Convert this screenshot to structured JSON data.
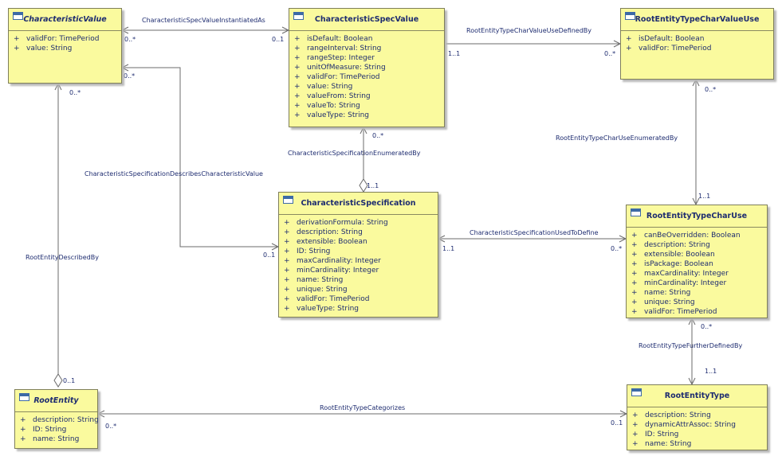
{
  "classes": {
    "characteristic_value": {
      "name": "CharacteristicValue",
      "attributes": [
        "validFor: TimePeriod",
        "value: String"
      ]
    },
    "characteristic_spec_value": {
      "name": "CharacteristicSpecValue",
      "attributes": [
        "isDefault: Boolean",
        "rangeInterval: String",
        "rangeStep: Integer",
        "unitOfMeasure: String",
        "validFor: TimePeriod",
        "value: String",
        "valueFrom: String",
        "valueTo: String",
        "valueType: String"
      ]
    },
    "root_entity_type_char_value_use": {
      "name": "RootEntityTypeCharValueUse",
      "attributes": [
        "isDefault: Boolean",
        "validFor: TimePeriod"
      ]
    },
    "characteristic_specification": {
      "name": "CharacteristicSpecification",
      "attributes": [
        "derivationFormula: String",
        "description: String",
        "extensible: Boolean",
        "ID: String",
        "maxCardinality: Integer",
        "minCardinality: Integer",
        "name: String",
        "unique: String",
        "validFor: TimePeriod",
        "valueType: String"
      ]
    },
    "root_entity_type_char_use": {
      "name": "RootEntityTypeCharUse",
      "attributes": [
        "canBeOverridden: Boolean",
        "description: String",
        "extensible: Boolean",
        "isPackage: Boolean",
        "maxCardinality: Integer",
        "minCardinality: Integer",
        "name: String",
        "unique: String",
        "validFor: TimePeriod"
      ]
    },
    "root_entity": {
      "name": "RootEntity",
      "attributes": [
        "description: String",
        "ID: String",
        "name: String"
      ]
    },
    "root_entity_type": {
      "name": "RootEntityType",
      "attributes": [
        "description: String",
        "dynamicAttrAssoc: String",
        "ID: String",
        "name: String"
      ]
    }
  },
  "associations": {
    "spec_value_instantiated_as": {
      "name": "CharacteristicSpecValueInstantiatedAs",
      "mult_a": "0..*",
      "mult_b": "0..1"
    },
    "char_value_use_defined_by": {
      "name": "RootEntityTypeCharValueUseDefinedBy",
      "mult_a": "1..1",
      "mult_b": "0..*"
    },
    "spec_enumerated_by": {
      "name": "CharacteristicSpecificationEnumeratedBy",
      "mult_a": "0..*",
      "mult_b": "1..1"
    },
    "spec_describes_value": {
      "name": "CharacteristicSpecificationDescribesCharacteristicValue",
      "mult_a": "0..*",
      "mult_b": "0..1"
    },
    "char_use_enumerated_by": {
      "name": "RootEntityTypeCharUseEnumeratedBy",
      "mult_a": "0..*",
      "mult_b": "1..1"
    },
    "spec_used_to_define": {
      "name": "CharacteristicSpecificationUsedToDefine",
      "mult_a": "1..1",
      "mult_b": "0..*"
    },
    "root_entity_described_by": {
      "name": "RootEntityDescribedBy",
      "mult_a": "0..*",
      "mult_b": "0..1"
    },
    "type_further_defined_by": {
      "name": "RootEntityTypeFurtherDefinedBy",
      "mult_a": "0..*",
      "mult_b": "1..1"
    },
    "type_categorizes": {
      "name": "RootEntityTypeCategorizes",
      "mult_a": "0..*",
      "mult_b": "0..1"
    }
  }
}
